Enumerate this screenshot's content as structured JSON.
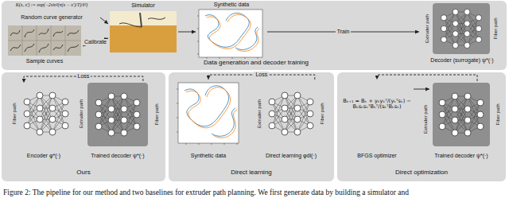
{
  "diagram": {
    "caption": "Figure 2: The pipeline for our method and two baselines for extruder path planning. We first generate data by building a simulator and",
    "nodes": [
      {
        "text": [
          "Data generation and decoder training"
        ]
      },
      {
        "text": [
          "K(x, x′) := exp(−2sin²(π(x − x′)/T)/ℓ²)",
          "Random curve generator"
        ],
        "in": 0
      },
      {
        "text": [
          "Sample curves"
        ],
        "in": 0
      },
      {
        "text": [
          "Simulator"
        ],
        "in": 0
      },
      {
        "text": [
          "Synthetic data"
        ],
        "in": 0
      },
      {
        "text": [
          "Decoder (surrogate) ψ*(·)"
        ],
        "in": 0
      },
      {
        "text": [
          "Ours"
        ]
      },
      {
        "text": [
          "Encoder φ*(·)"
        ],
        "in": 6
      },
      {
        "text": [
          "Trained decoder ψ*(·)"
        ],
        "in": 6
      },
      {
        "text": [
          "Direct learning"
        ]
      },
      {
        "text": [
          "Synthetic data"
        ],
        "in": 9
      },
      {
        "text": [
          "Direct learning φdl(·)"
        ],
        "in": 9
      },
      {
        "text": [
          "Direct optimization"
        ]
      },
      {
        "text": [
          "Bₖ₊₁ = Bₖ + yₖyₖᵀ/(yₖᵀsₖ) − BₖsₖsₖᵀBₖᵀ/(sₖᵀBₖsₖ)",
          "BFGS optimizer"
        ],
        "in": 12
      },
      {
        "text": [
          "Trained decoder ψ*(·)"
        ],
        "in": 12
      }
    ],
    "edges": [
      {
        "from": 1,
        "to": 3,
        "arrow": "to"
      },
      {
        "from": 2,
        "to": 3,
        "label": "Calibrate",
        "arrow": "to"
      },
      {
        "from": 3,
        "to": 4,
        "arrow": "to"
      },
      {
        "from": 4,
        "to": 5,
        "label": "Train",
        "arrow": "to"
      },
      {
        "from": 8,
        "to": 7,
        "label": "Loss",
        "arrow": "to"
      },
      {
        "from": 11,
        "to": 10,
        "label": "Loss",
        "arrow": "to"
      },
      {
        "from": 13,
        "to": 14,
        "arrow": "to"
      },
      {
        "from": 14,
        "to": 13,
        "arrow": "to"
      }
    ],
    "labels": [
      "Extruder path",
      "Fiber path",
      "Fiber path",
      "Extruder path",
      "Fiber path",
      "Extruder path",
      "Fiber path",
      "Extruder path",
      "Fiber path"
    ]
  }
}
